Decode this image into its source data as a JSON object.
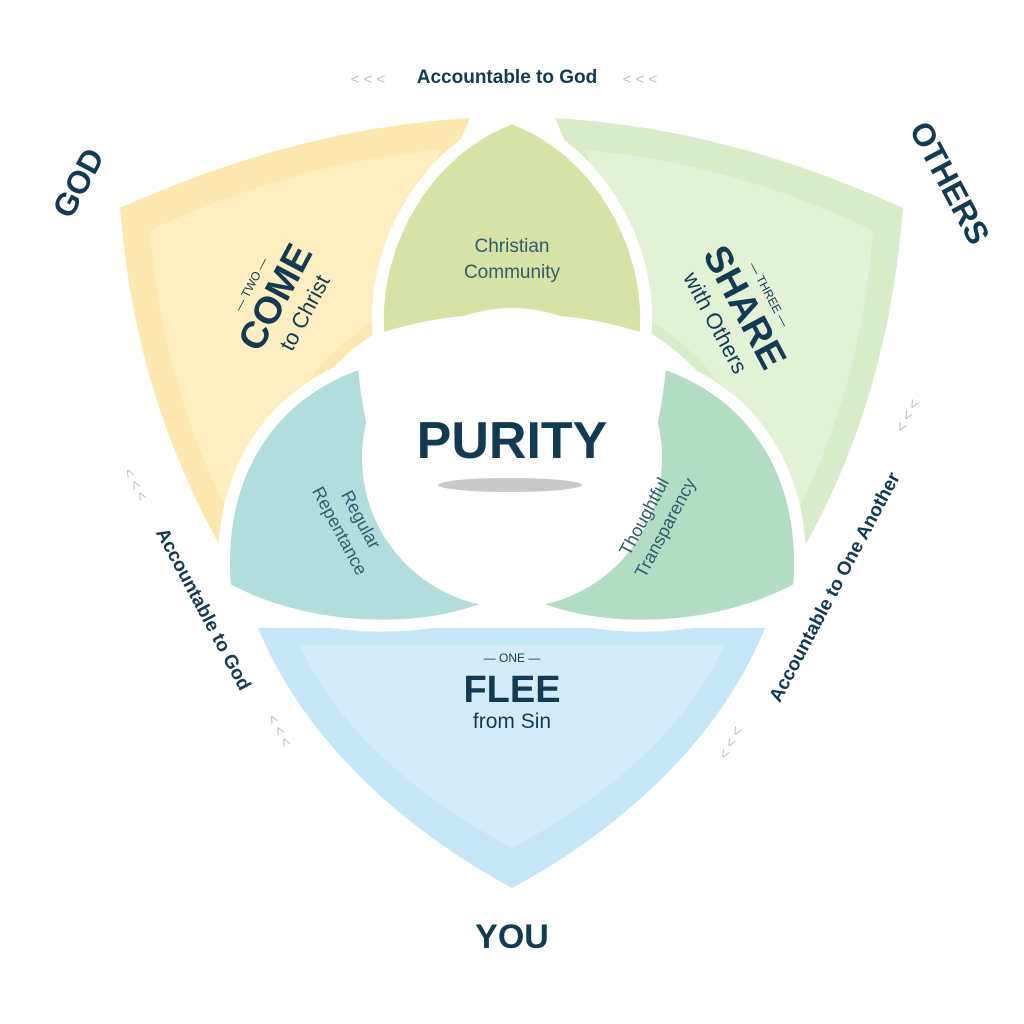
{
  "diagram": {
    "center": {
      "title": "PURITY"
    },
    "corners": {
      "god": "GOD",
      "others": "OTHERS",
      "you": "YOU"
    },
    "accountability": {
      "top": "Accountable to God",
      "left": "Accountable to God",
      "right": "Accountable to One Another",
      "arrow_glyph": "< < <"
    },
    "petals": {
      "top": {
        "lines": [
          "Christian",
          "Community"
        ]
      },
      "lower_left": {
        "lines": [
          "Regular",
          "Repentance"
        ]
      },
      "lower_right": {
        "lines": [
          "Thoughtful",
          "Transparency"
        ]
      }
    },
    "steps": {
      "one": {
        "number": "— ONE —",
        "word": "FLEE",
        "sub": "from Sin"
      },
      "two": {
        "number": "— TWO —",
        "word": "COME",
        "sub": "to Christ"
      },
      "three": {
        "number": "— THREE —",
        "word": "SHARE",
        "sub": "with Others"
      }
    },
    "colors": {
      "god_section": "#fde8b0",
      "others_section": "#d9ecca",
      "you_section": "#c6e6f7",
      "community_petal": "#d7e2a6",
      "repentance_petal": "#b3dcdd",
      "transparency_petal": "#b2dcc4",
      "text_navy": "#123a52",
      "arrow_gray": "#b8c2c8"
    }
  }
}
